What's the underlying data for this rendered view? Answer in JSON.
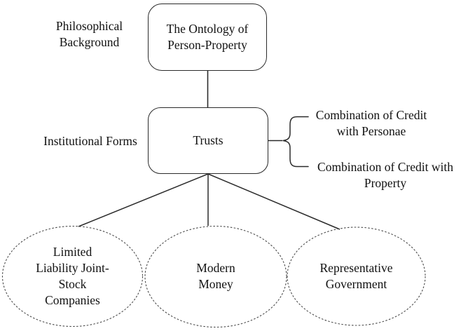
{
  "colors": {
    "ink": "#2b2b2b",
    "dash": "#4d4d4d",
    "text": "#111111",
    "background": "#ffffff"
  },
  "labels": {
    "philosophical": "Philosophical\nBackground",
    "institutional": "Institutional Forms"
  },
  "nodes": {
    "ontology": "The Ontology of\nPerson-Property",
    "trusts": "Trusts"
  },
  "brace_items": {
    "personae": "Combination of Credit\nwith Personae",
    "property": "Combination of Credit with\nProperty"
  },
  "ellipses": {
    "companies": "Limited\nLiability Joint-\nStock\nCompanies",
    "money": "Modern\nMoney",
    "government": "Representative\nGovernment"
  }
}
